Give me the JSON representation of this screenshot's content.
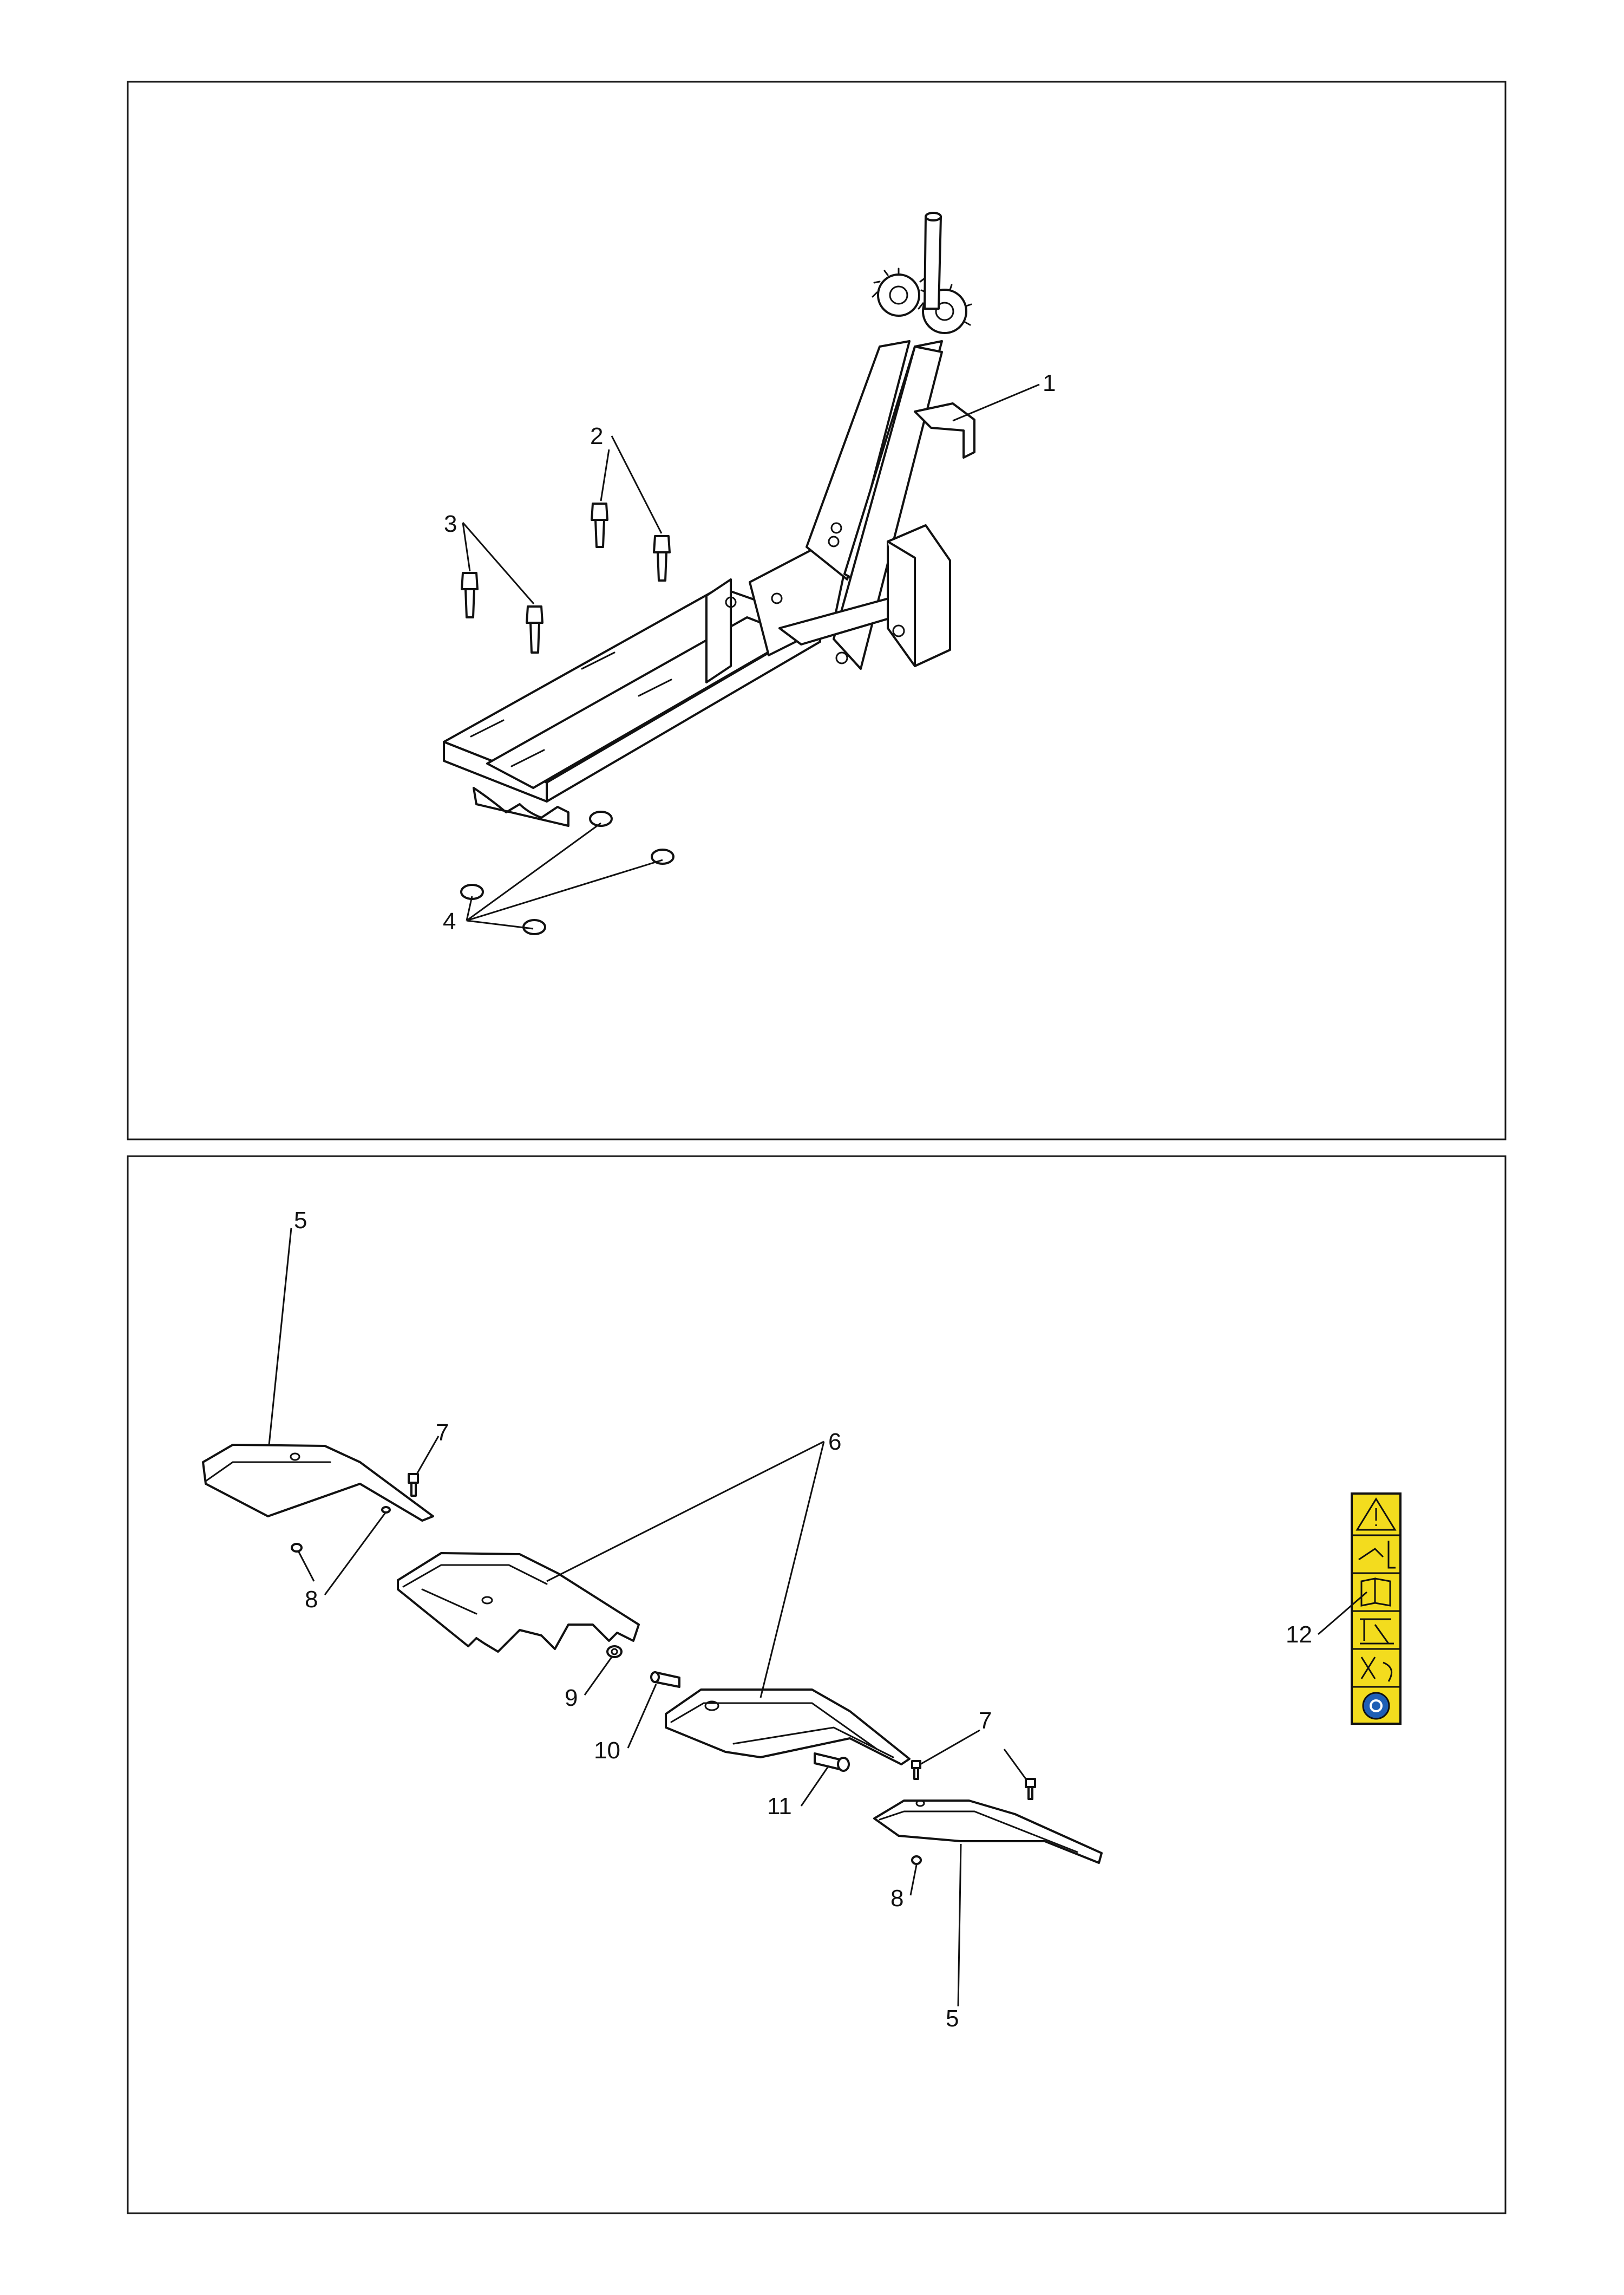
{
  "diagram": {
    "top_panel": {
      "callouts": [
        {
          "id": "1",
          "label": "1"
        },
        {
          "id": "2",
          "label": "2"
        },
        {
          "id": "3",
          "label": "3"
        },
        {
          "id": "4",
          "label": "4"
        }
      ]
    },
    "bottom_panel": {
      "callouts": [
        {
          "id": "5a",
          "label": "5"
        },
        {
          "id": "7a",
          "label": "7"
        },
        {
          "id": "6",
          "label": "6"
        },
        {
          "id": "8a",
          "label": "8"
        },
        {
          "id": "9",
          "label": "9"
        },
        {
          "id": "10",
          "label": "10"
        },
        {
          "id": "7b",
          "label": "7"
        },
        {
          "id": "11",
          "label": "11"
        },
        {
          "id": "8b",
          "label": "8"
        },
        {
          "id": "5b",
          "label": "5"
        },
        {
          "id": "12",
          "label": "12"
        }
      ]
    },
    "colors": {
      "decal": "#f3dc1e",
      "decal_badge": "#1f5fb5",
      "line": "#111111"
    }
  }
}
